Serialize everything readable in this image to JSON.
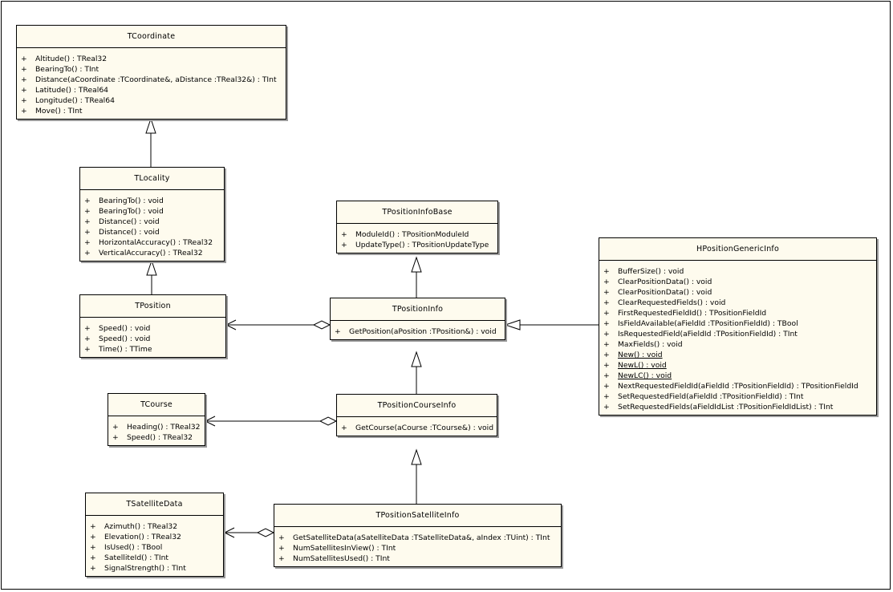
{
  "diagram": {
    "classes": [
      {
        "id": "TCoordinate",
        "name": "TCoordinate",
        "operations": [
          {
            "vis": "+",
            "text": "Altitude() : TReal32"
          },
          {
            "vis": "+",
            "text": "BearingTo() : TInt"
          },
          {
            "vis": "+",
            "text": "Distance(aCoordinate :TCoordinate&, aDistance :TReal32&) : TInt"
          },
          {
            "vis": "+",
            "text": "Latitude() : TReal64"
          },
          {
            "vis": "+",
            "text": "Longitude() : TReal64"
          },
          {
            "vis": "+",
            "text": "Move() : TInt"
          }
        ]
      },
      {
        "id": "TLocality",
        "name": "TLocality",
        "operations": [
          {
            "vis": "+",
            "text": "BearingTo() : void"
          },
          {
            "vis": "+",
            "text": "BearingTo() : void"
          },
          {
            "vis": "+",
            "text": "Distance() : void"
          },
          {
            "vis": "+",
            "text": "Distance() : void"
          },
          {
            "vis": "+",
            "text": "HorizontalAccuracy() : TReal32"
          },
          {
            "vis": "+",
            "text": "VerticalAccuracy() : TReal32"
          }
        ]
      },
      {
        "id": "TPosition",
        "name": "TPosition",
        "operations": [
          {
            "vis": "+",
            "text": "Speed() : void"
          },
          {
            "vis": "+",
            "text": "Speed() : void"
          },
          {
            "vis": "+",
            "text": "Time() : TTime"
          }
        ]
      },
      {
        "id": "TPositionInfoBase",
        "name": "TPositionInfoBase",
        "operations": [
          {
            "vis": "+",
            "text": "ModuleId() : TPositionModuleId"
          },
          {
            "vis": "+",
            "text": "UpdateType() : TPositionUpdateType"
          }
        ]
      },
      {
        "id": "TPositionInfo",
        "name": "TPositionInfo",
        "operations": [
          {
            "vis": "+",
            "text": "GetPosition(aPosition :TPosition&) : void"
          }
        ]
      },
      {
        "id": "TCourse",
        "name": "TCourse",
        "operations": [
          {
            "vis": "+",
            "text": "Heading() : TReal32"
          },
          {
            "vis": "+",
            "text": "Speed() : TReal32"
          }
        ]
      },
      {
        "id": "TPositionCourseInfo",
        "name": "TPositionCourseInfo",
        "operations": [
          {
            "vis": "+",
            "text": "GetCourse(aCourse :TCourse&) : void"
          }
        ]
      },
      {
        "id": "TSatelliteData",
        "name": "TSatelliteData",
        "operations": [
          {
            "vis": "+",
            "text": "Azimuth() : TReal32"
          },
          {
            "vis": "+",
            "text": "Elevation() : TReal32"
          },
          {
            "vis": "+",
            "text": "IsUsed() : TBool"
          },
          {
            "vis": "+",
            "text": "SatelliteId() : TInt"
          },
          {
            "vis": "+",
            "text": "SignalStrength() : TInt"
          }
        ]
      },
      {
        "id": "TPositionSatelliteInfo",
        "name": "TPositionSatelliteInfo",
        "operations": [
          {
            "vis": "+",
            "text": "GetSatelliteData(aSatelliteData :TSatelliteData&, aIndex :TUint) : TInt"
          },
          {
            "vis": "+",
            "text": "NumSatellitesInView() : TInt"
          },
          {
            "vis": "+",
            "text": "NumSatellitesUsed() : TInt"
          }
        ]
      },
      {
        "id": "HPositionGenericInfo",
        "name": "HPositionGenericInfo",
        "operations": [
          {
            "vis": "+",
            "text": "BufferSize() : void"
          },
          {
            "vis": "+",
            "text": "ClearPositionData() : void"
          },
          {
            "vis": "+",
            "text": "ClearPositionData() : void"
          },
          {
            "vis": "+",
            "text": "ClearRequestedFields() : void"
          },
          {
            "vis": "+",
            "text": "FirstRequestedFieldId() : TPositionFieldId"
          },
          {
            "vis": "+",
            "text": "IsFieldAvailable(aFieldId :TPositionFieldId) : TBool"
          },
          {
            "vis": "+",
            "text": "IsRequestedField(aFieldId :TPositionFieldId) : TInt"
          },
          {
            "vis": "+",
            "text": "MaxFields() : void"
          },
          {
            "vis": "+",
            "text": "New() : void",
            "static": true
          },
          {
            "vis": "+",
            "text": "NewL() : void",
            "static": true
          },
          {
            "vis": "+",
            "text": "NewLC() : void",
            "static": true
          },
          {
            "vis": "+",
            "text": "NextRequestedFieldId(aFieldId :TPositionFieldId) : TPositionFieldId"
          },
          {
            "vis": "+",
            "text": "SetRequestedField(aFieldId :TPositionFieldId) : TInt"
          },
          {
            "vis": "+",
            "text": "SetRequestedFields(aFieldIdList :TPositionFieldIdList) : TInt"
          }
        ]
      }
    ],
    "relations": [
      {
        "type": "generalization",
        "from": "TLocality",
        "to": "TCoordinate"
      },
      {
        "type": "generalization",
        "from": "TPosition",
        "to": "TLocality"
      },
      {
        "type": "generalization",
        "from": "TPositionInfo",
        "to": "TPositionInfoBase"
      },
      {
        "type": "generalization",
        "from": "TPositionCourseInfo",
        "to": "TPositionInfo"
      },
      {
        "type": "generalization",
        "from": "TPositionSatelliteInfo",
        "to": "TPositionCourseInfo"
      },
      {
        "type": "generalization",
        "from": "HPositionGenericInfo",
        "to": "TPositionInfo"
      },
      {
        "type": "aggregation",
        "whole": "TPositionInfo",
        "part": "TPosition"
      },
      {
        "type": "aggregation",
        "whole": "TPositionCourseInfo",
        "part": "TCourse"
      },
      {
        "type": "aggregation",
        "whole": "TPositionSatelliteInfo",
        "part": "TSatelliteData"
      }
    ]
  }
}
